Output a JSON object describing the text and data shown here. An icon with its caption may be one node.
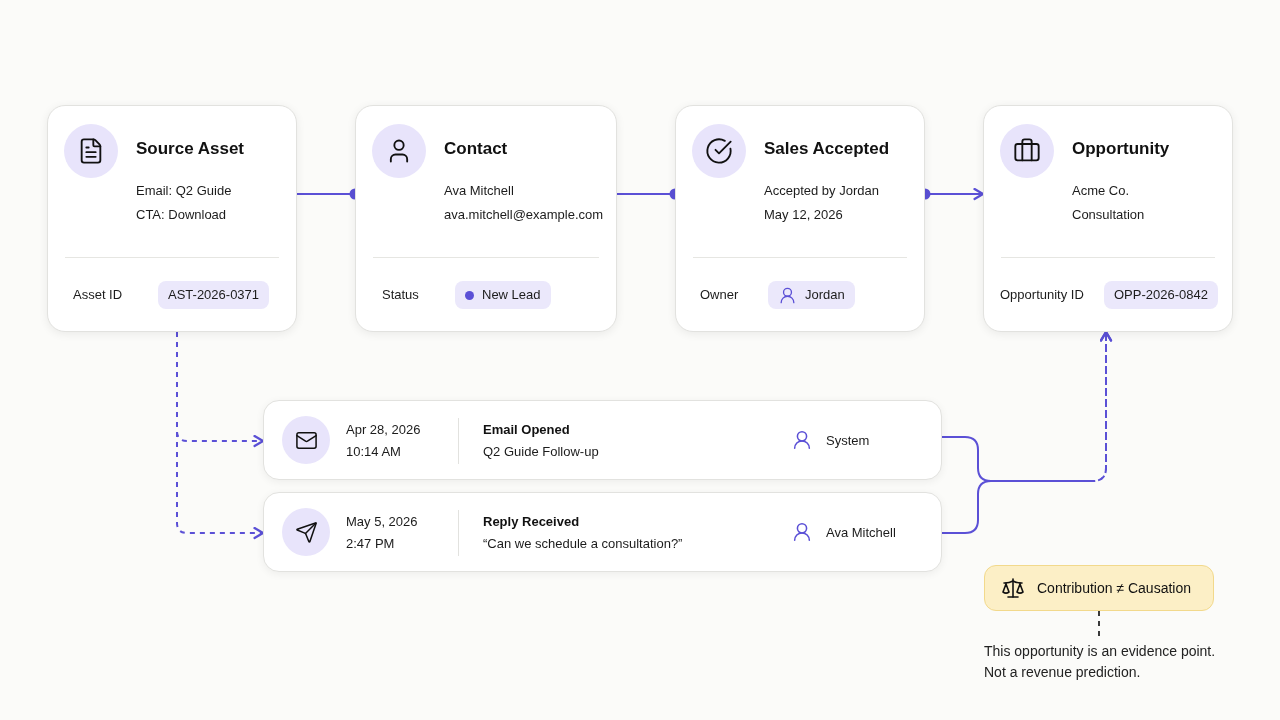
{
  "diagram": {
    "nodes": [
      {
        "text": [
          "Source Asset",
          "Email: Q2 Guide",
          "CTA: Download",
          "Asset ID",
          "AST-2026-0371"
        ]
      },
      {
        "text": [
          "Contact",
          "Ava Mitchell",
          "ava.mitchell@example.com",
          "Status",
          "New Lead"
        ]
      },
      {
        "text": [
          "Sales Accepted",
          "Accepted by Jordan",
          "May 12, 2026",
          "Owner",
          "Jordan"
        ]
      },
      {
        "text": [
          "Opportunity",
          "Acme Co.",
          "Consultation",
          "Opportunity ID",
          "OPP-2026-0842"
        ]
      },
      {
        "text": [
          "Apr 28, 2026",
          "10:14 AM",
          "Email Opened",
          "Q2 Guide Follow-up",
          "System"
        ]
      },
      {
        "text": [
          "May 5, 2026",
          "2:47 PM",
          "Reply Received",
          "“Can we schedule a consultation?”",
          "Ava Mitchell"
        ]
      },
      {
        "text": [
          "Contribution ≠ Causation"
        ]
      },
      {
        "text": [
          "This opportunity is an evidence point. Not a revenue prediction."
        ]
      }
    ],
    "edges": [
      {
        "from": 0,
        "to": 1,
        "arrow": "other"
      },
      {
        "from": 1,
        "to": 2,
        "arrow": "other"
      },
      {
        "from": 2,
        "to": 3,
        "arrow": "to"
      },
      {
        "from": 0,
        "to": 4,
        "arrow": "to",
        "style": "dashed"
      },
      {
        "from": 0,
        "to": 5,
        "arrow": "to",
        "style": "dashed"
      },
      {
        "from": 4,
        "to": 3,
        "arrow": "to",
        "style": "dashed"
      },
      {
        "from": 5,
        "to": 3,
        "arrow": "to",
        "style": "dashed"
      },
      {
        "from": 6,
        "to": 7,
        "arrow": "none",
        "style": "dashed",
        "color": "#3a3a3a"
      }
    ]
  }
}
